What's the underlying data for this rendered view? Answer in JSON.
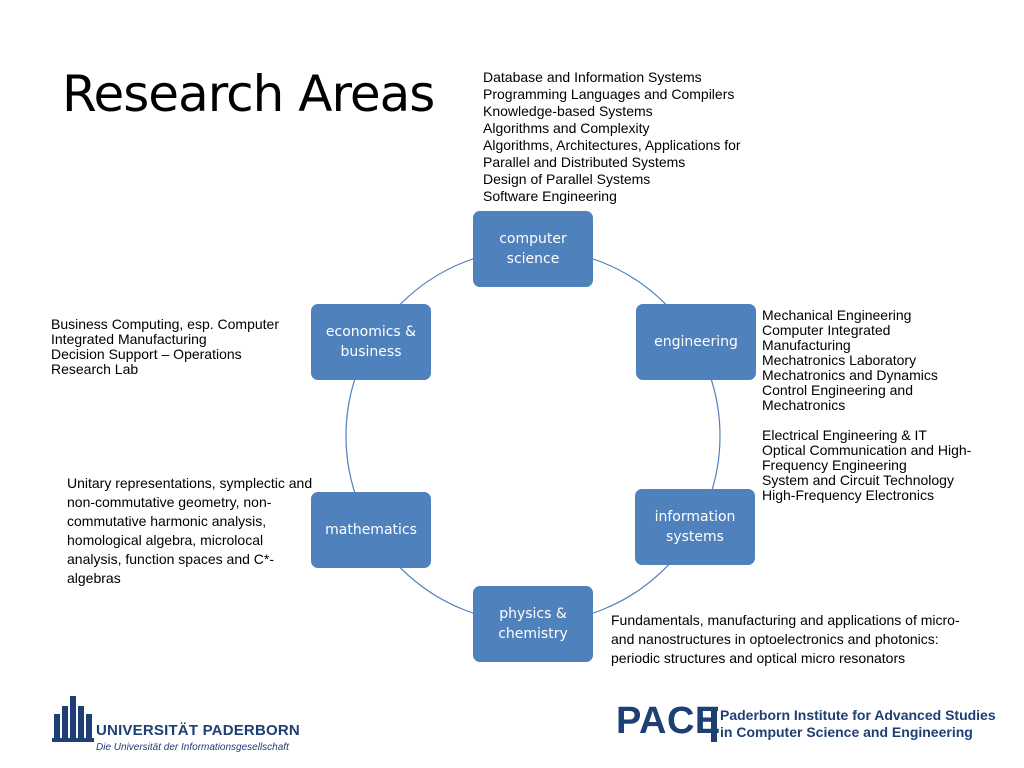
{
  "title": "Research Areas",
  "accent_color": "#4f81bd",
  "ring_color": "#4f81bd",
  "nodes": {
    "computer_science": "computer\nscience",
    "engineering": "engineering",
    "information_systems": "information\nsystems",
    "physics_chemistry": "physics &\nchemistry",
    "mathematics": "mathematics",
    "economics_business": "economics &\nbusiness"
  },
  "computer_science_topics": [
    "Database and Information Systems",
    "Programming Languages and Compilers",
    "Knowledge-based Systems",
    "Algorithms and Complexity",
    "Algorithms, Architectures, Applications for",
    "Parallel and Distributed Systems",
    "Design of Parallel Systems",
    "Software Engineering"
  ],
  "engineering_topics": [
    "Mechanical Engineering",
    "Computer Integrated",
    "Manufacturing",
    "Mechatronics Laboratory",
    "Mechatronics and Dynamics",
    "Control Engineering and",
    "Mechatronics"
  ],
  "electrical_topics": [
    "Electrical Engineering & IT",
    "Optical Communication and High-",
    "Frequency Engineering",
    "System and Circuit Technology",
    "High-Frequency Electronics"
  ],
  "economics_topics": [
    "Business Computing, esp. Computer",
    "Integrated Manufacturing",
    "Decision Support – Operations",
    "Research Lab"
  ],
  "mathematics_topics": "Unitary representations, symplectic and non-commutative geometry, non-commutative harmonic analysis, homological algebra, microlocal analysis, function spaces and C*-algebras",
  "physics_topics": "Fundamentals, manufacturing and applications of micro- and nanostructures in optoelectronics and photonics: periodic structures and optical micro resonators",
  "footer": {
    "university_name": "UNIVERSITÄT PADERBORN",
    "university_tagline": "Die Universität der Informationsgesellschaft",
    "pace_acronym": "PACE",
    "pace_line1": "Paderborn Institute for Advanced Studies",
    "pace_line2": "in Computer Science and Engineering"
  }
}
